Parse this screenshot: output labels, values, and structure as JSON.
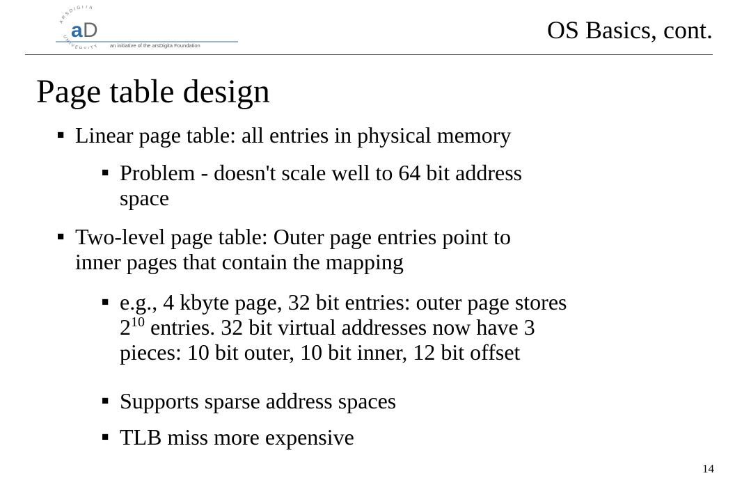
{
  "header": {
    "logo_monogram_a": "a",
    "logo_monogram_d": "D",
    "logo_arc_top": "ARSDIGITA",
    "logo_arc_bottom": "UNIVERSITY",
    "logo_tagline": "an initiative of the arsDigita Foundation",
    "title": "OS Basics, cont."
  },
  "slide": {
    "title": "Page table design",
    "b1": "Linear page table: all entries in physical memory",
    "b1a_l1": "Problem - doesn't scale well to 64 bit address",
    "b1a_l2": "space",
    "b2_l1": "Two-level page table: Outer page entries point to",
    "b2_l2": "inner pages that contain the mapping",
    "b2a_l1": "e.g., 4 kbyte page, 32 bit entries: outer page stores",
    "b2a_l2_base": "2",
    "b2a_l2_exp": "10",
    "b2a_l2_rest": " entries.  32 bit virtual addresses now have 3",
    "b2a_l3": "pieces: 10 bit outer, 10 bit inner, 12 bit offset",
    "b2b": "Supports sparse address spaces",
    "b2c": "TLB miss more expensive"
  },
  "footer": {
    "page_number": "14"
  },
  "icons": {
    "bullet": "square-bullet-icon"
  },
  "colors": {
    "logo_blue": "#2e6da8",
    "rule": "#555555"
  }
}
